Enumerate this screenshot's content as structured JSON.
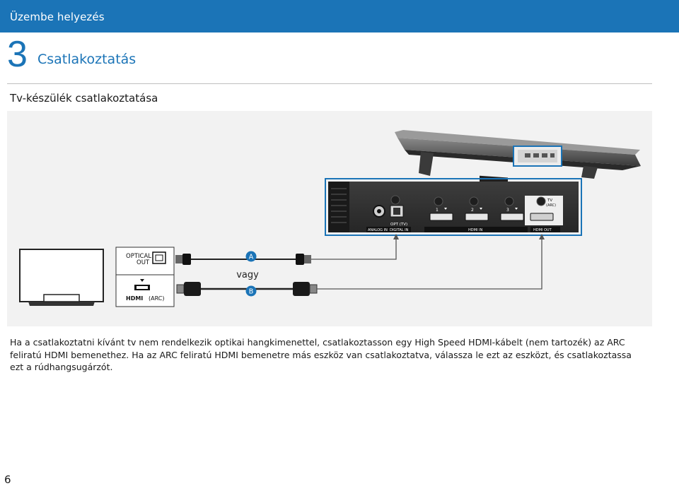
{
  "header": {
    "section_title": "Üzembe helyezés"
  },
  "step": {
    "number": "3",
    "title": "Csatlakoztatás"
  },
  "subsection": {
    "title": "Tv-készülék csatlakoztatása"
  },
  "figure": {
    "soundbar_ports": {
      "opt_tv": "OPT (TV)",
      "analog_in": "ANALOG IN",
      "digital_in": "DIGITAL IN",
      "hdmi_in": "HDMI IN",
      "hdmi_in_1": "1",
      "hdmi_in_2": "2",
      "hdmi_in_3": "3",
      "hdmi_out": "HDMI OUT",
      "tv_arc_top": "TV",
      "tv_arc_bottom": "(ARC)"
    },
    "tv_ports": {
      "optical_top": "OPTICAL",
      "optical_bottom": "OUT",
      "hdmi_logo": "HDMI",
      "arc": "(ARC)"
    },
    "cable_a": "A",
    "or_text": "vagy",
    "cable_b": "B",
    "accent_color": "#1b74b7"
  },
  "body": {
    "paragraph": "Ha a csatlakoztatni kívánt tv nem rendelkezik optikai hangkimenettel, csatlakoztasson egy High Speed HDMI-kábelt (nem tartozék) az ARC feliratú HDMI bemenethez. Ha az ARC feliratú HDMI bemenetre más eszköz van csatlakoztatva, válassza le ezt az eszközt, és csatlakoztassa ezt a rúdhangsugárzót."
  },
  "footer": {
    "page_number": "6"
  }
}
